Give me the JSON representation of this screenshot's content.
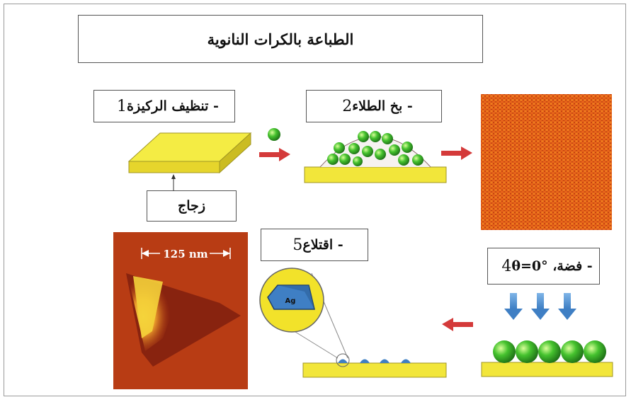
{
  "title": "الطباعة بالكرات النانوية",
  "steps": {
    "step1": {
      "num": "1",
      "label": "- تنظيف الركيزة"
    },
    "step2": {
      "num": "2",
      "label": "- بخ الطلاء"
    },
    "step4": {
      "num": "4",
      "label": "- فضة، θ=0°"
    },
    "step5": {
      "num": "5",
      "label": "- اقتلاع"
    }
  },
  "glass_label": "زجاج",
  "scale_label": "125 nm",
  "ag_label": "Ag",
  "colors": {
    "substrate": "#f2e63a",
    "sphere": "#3fbf2a",
    "arrow_red": "#d43a3a",
    "arrow_blue": "#4a8fd0",
    "afm": "#b4300c",
    "magnifier": "#f2e22a"
  }
}
